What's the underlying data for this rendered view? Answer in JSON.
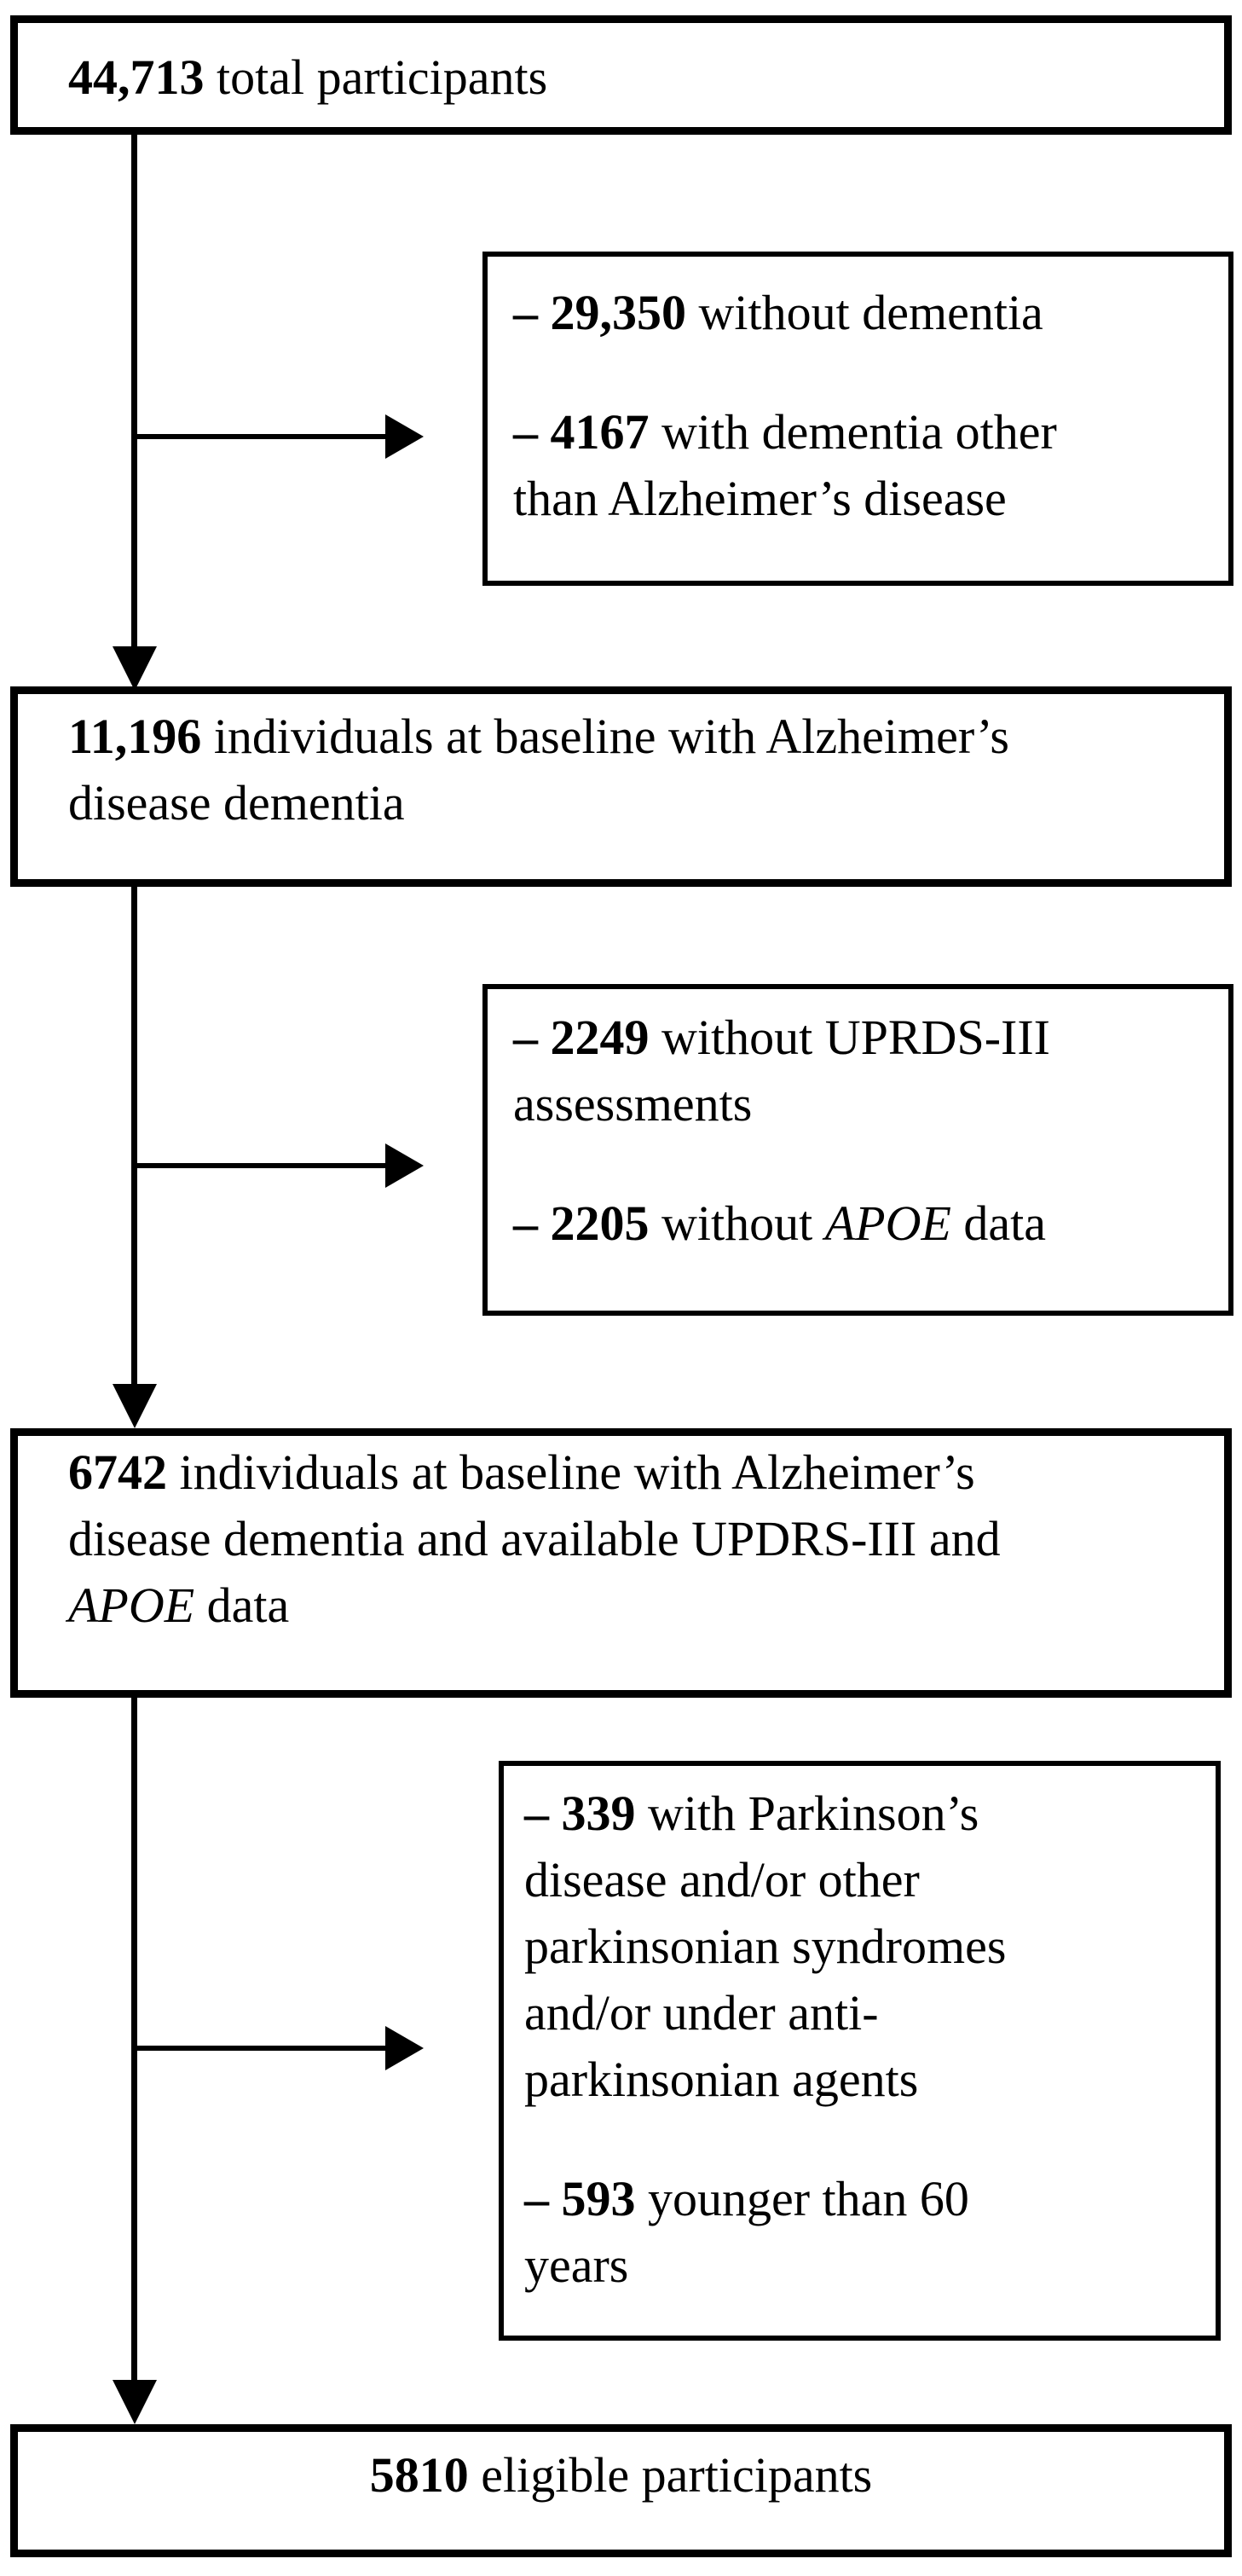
{
  "figure": {
    "type": "participant-flow-diagram",
    "colors": {
      "ink": "#000000",
      "background": "#ffffff"
    },
    "flow": {
      "box_total": {
        "runs": [
          {
            "bold": true,
            "text": "44,713"
          },
          {
            "text": " total participants"
          }
        ]
      },
      "exclusion_dementia": {
        "items": [
          {
            "runs": [
              {
                "bold": true,
                "text": "– 29,350"
              },
              {
                "text": " without dementia"
              }
            ]
          },
          {
            "runs": [
              {
                "bold": true,
                "text": "– 4167"
              },
              {
                "text": " with dementia other\nthan Alzheimer’s disease"
              }
            ]
          }
        ]
      },
      "box_ad": {
        "runs": [
          {
            "bold": true,
            "text": "11,196"
          },
          {
            "text": " individuals at baseline with Alzheimer’s\ndisease dementia"
          }
        ]
      },
      "exclusion_updrs": {
        "items": [
          {
            "runs": [
              {
                "bold": true,
                "text": "– 2249"
              },
              {
                "text": " without UPRDS-III\nassessments"
              }
            ]
          },
          {
            "runs": [
              {
                "bold": true,
                "text": "– 2205"
              },
              {
                "text": " without "
              },
              {
                "italic": true,
                "text": "APOE"
              },
              {
                "text": " data"
              }
            ]
          }
        ]
      },
      "box_pool": {
        "runs": [
          {
            "bold": true,
            "text": "6742"
          },
          {
            "text": " individuals at baseline with Alzheimer’s\ndisease dementia and available UPDRS-III and\n"
          },
          {
            "italic": true,
            "text": "APOE"
          },
          {
            "text": " data"
          }
        ]
      },
      "exclusion_parkinson": {
        "items": [
          {
            "runs": [
              {
                "bold": true,
                "text": "– 339"
              },
              {
                "text": " with Parkinson’s\ndisease and/or other\nparkinsonian syndromes\nand/or under anti-\nparkinsonian agents"
              }
            ]
          },
          {
            "runs": [
              {
                "bold": true,
                "text": "– 593"
              },
              {
                "text": " younger than 60\nyears"
              }
            ]
          }
        ]
      },
      "box_final": {
        "runs": [
          {
            "bold": true,
            "text": "5810"
          },
          {
            "text": " eligible participants"
          }
        ]
      }
    }
  }
}
